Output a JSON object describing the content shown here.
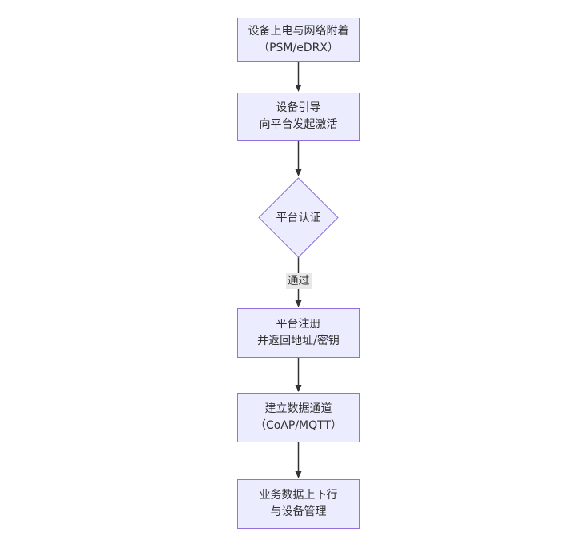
{
  "diagram": {
    "type": "flowchart",
    "direction": "top-down",
    "nodes": [
      {
        "id": "A",
        "shape": "rect",
        "lines": [
          "设备上电与网络附着",
          "（PSM/eDRX）"
        ]
      },
      {
        "id": "B",
        "shape": "rect",
        "lines": [
          "设备引导",
          "向平台发起激活"
        ]
      },
      {
        "id": "C",
        "shape": "diamond",
        "lines": [
          "平台认证"
        ]
      },
      {
        "id": "D",
        "shape": "rect",
        "lines": [
          "平台注册",
          "并返回地址/密钥"
        ]
      },
      {
        "id": "E",
        "shape": "rect",
        "lines": [
          "建立数据通道",
          "（CoAP/MQTT）"
        ]
      },
      {
        "id": "F",
        "shape": "rect",
        "lines": [
          "业务数据上下行",
          "与设备管理"
        ]
      }
    ],
    "edges": [
      {
        "from": "A",
        "to": "B",
        "label": ""
      },
      {
        "from": "B",
        "to": "C",
        "label": ""
      },
      {
        "from": "C",
        "to": "D",
        "label": "通过"
      },
      {
        "from": "D",
        "to": "E",
        "label": ""
      },
      {
        "from": "E",
        "to": "F",
        "label": ""
      }
    ],
    "colors": {
      "node_fill": "#ECECFF",
      "node_border": "#9370DB",
      "text": "#333333",
      "edge": "#333333",
      "edge_label_bg": "#e8e8e8",
      "background": "#ffffff"
    }
  }
}
